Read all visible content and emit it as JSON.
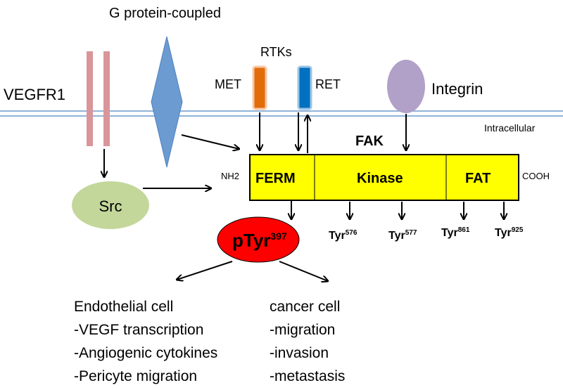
{
  "labels": {
    "g_protein": "G protein-coupled",
    "rtks": "RTKs",
    "met": "MET",
    "ret": "RET",
    "vegfr1": "VEGFR1",
    "integrin": "Integrin",
    "intracellular": "Intracellular",
    "fak": "FAK",
    "nh2": "NH2",
    "cooh": "COOH",
    "src": "Src"
  },
  "fak_domains": {
    "ferm": "FERM",
    "kinase": "Kinase",
    "fat": "FAT"
  },
  "phospho": {
    "main_prefix": "pTyr",
    "main_site": "397",
    "sites": [
      {
        "prefix": "Tyr",
        "num": "576"
      },
      {
        "prefix": "Tyr",
        "num": "577"
      },
      {
        "prefix": "Tyr",
        "num": "861"
      },
      {
        "prefix": "Tyr",
        "num": "925"
      }
    ]
  },
  "outcomes": {
    "endothelial": {
      "title": "Endothelial cell",
      "items": [
        "-VEGF transcription",
        "-Angiogenic cytokines",
        "-Pericyte migration"
      ]
    },
    "cancer": {
      "title": "cancer cell",
      "items": [
        "-migration",
        "-invasion",
        "-metastasis"
      ]
    }
  },
  "colors": {
    "membrane": "#8fb3d9",
    "vegfr1": "#d9959a",
    "gpcr": "#6c9bd2",
    "met": "#e36c0a",
    "ret": "#0070c0",
    "integrin": "#b1a0c7",
    "fak": "#ffff00",
    "src": "#c4d79b",
    "ptyr": "#ff0000"
  }
}
